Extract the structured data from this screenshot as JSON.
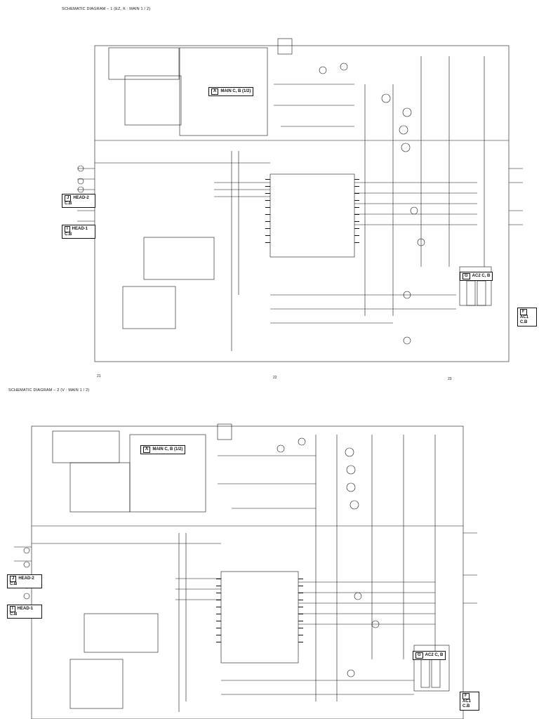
{
  "diagram1": {
    "title": "SCHEMATIC DIAGRAM – 1  (EZ, K : MAIN 1 / 2)",
    "main_label_letter": "A",
    "main_label": "MAIN C, B (1/2)",
    "head2_letter": "J",
    "head2_label": "HEAD-2 C.B",
    "head1_letter": "I",
    "head1_label": "HEAD-1 C.B",
    "ac2_letter": "G",
    "ac2_label": "AC2 C, B",
    "ac1_letter": "F",
    "ac1_label": "AC1 C.B",
    "page_numbers": [
      "21",
      "22",
      "23"
    ]
  },
  "diagram2": {
    "title": "SCHEMATIC DIAGRAM – 2  (V : MAIN 1 / 2)",
    "main_label_letter": "A",
    "main_label": "MAIN C, B (1/2)",
    "head2_letter": "J",
    "head2_label": "HEAD-2 C.B",
    "head1_letter": "I",
    "head1_label": "HEAD-1 C.B",
    "ac2_letter": "G",
    "ac2_label": "AC2 C, B",
    "ac1_letter": "F",
    "ac1_label": "AC1 C.B"
  }
}
